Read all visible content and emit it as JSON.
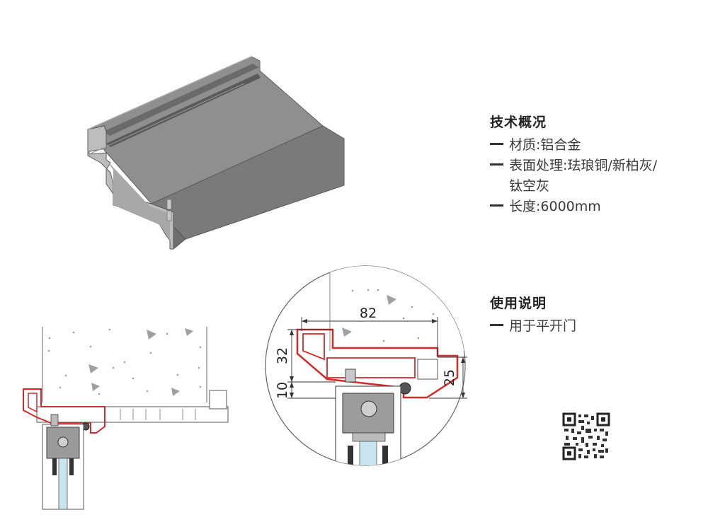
{
  "specs": {
    "heading": "技术概况",
    "items": [
      {
        "text": "材质:铝合金"
      },
      {
        "text": "表面处理:珐琅铜/新柏灰/"
      },
      {
        "text": "钛空灰",
        "continuation": true
      },
      {
        "text": "长度:6000mm"
      }
    ]
  },
  "usage": {
    "heading": "使用说明",
    "items": [
      {
        "text": "用于平开门"
      }
    ]
  },
  "dimensions": {
    "width": "82",
    "height_upper": "32",
    "height_lower": "10",
    "height_right": "25"
  },
  "colors": {
    "profile_outline": "#d42a2a",
    "aluminum_body": "#7b7b7b",
    "concrete_dots": "#999999"
  }
}
